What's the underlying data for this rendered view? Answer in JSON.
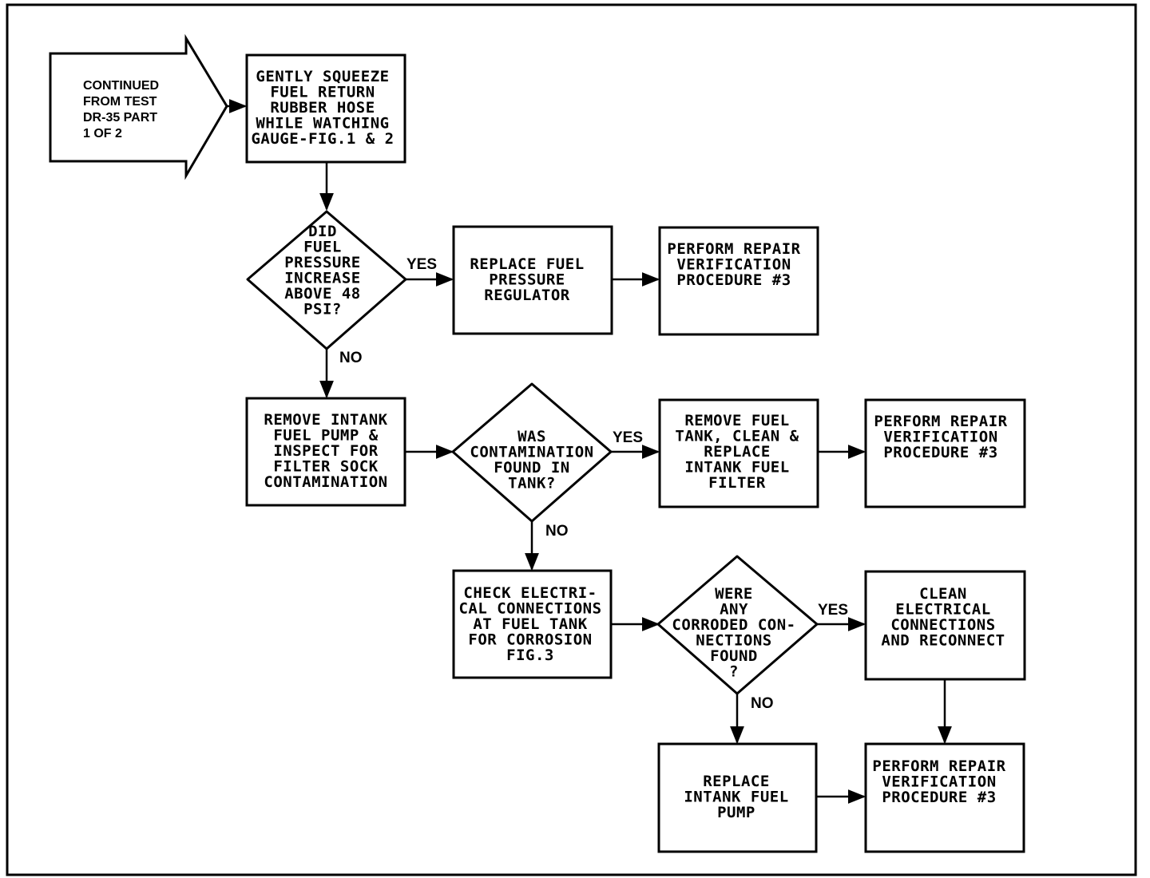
{
  "start": {
    "lines": [
      "CONTINUED",
      "FROM TEST",
      "DR-35 PART",
      "1 OF 2"
    ]
  },
  "nodes": {
    "squeeze": [
      "GENTLY SQUEEZE",
      "FUEL RETURN",
      "RUBBER HOSE",
      "WHILE WATCHING",
      "GAUGE-FIG.1 & 2"
    ],
    "d1": [
      "DID",
      "FUEL",
      "PRESSURE",
      "INCREASE",
      "ABOVE 48",
      "PSI?"
    ],
    "regulator": [
      "REPLACE FUEL",
      "PRESSURE",
      "REGULATOR"
    ],
    "verify1": [
      "PERFORM REPAIR",
      "VERIFICATION",
      "PROCEDURE #3"
    ],
    "remove_pump": [
      "REMOVE INTANK",
      "FUEL PUMP &",
      "INSPECT FOR",
      "FILTER SOCK",
      "CONTAMINATION"
    ],
    "d2": [
      "WAS",
      "CONTAMINATION",
      "FOUND IN",
      "TANK?"
    ],
    "remove_tank": [
      "REMOVE FUEL",
      "TANK, CLEAN &",
      "REPLACE",
      "INTANK FUEL",
      "FILTER"
    ],
    "verify2": [
      "PERFORM REPAIR",
      "VERIFICATION",
      "PROCEDURE #3"
    ],
    "check_elec": [
      "CHECK ELECTRI-",
      "CAL CONNECTIONS",
      "AT FUEL TANK",
      "FOR CORROSION",
      "FIG.3"
    ],
    "d3": [
      "WERE",
      "ANY",
      "CORRODED CON-",
      "NECTIONS",
      "FOUND",
      "?"
    ],
    "clean": [
      "CLEAN",
      "ELECTRICAL",
      "CONNECTIONS",
      "AND RECONNECT"
    ],
    "replace_pump": [
      "REPLACE",
      "INTANK FUEL",
      "PUMP"
    ],
    "verify3": [
      "PERFORM REPAIR",
      "VERIFICATION",
      "PROCEDURE #3"
    ]
  },
  "edge_labels": {
    "d1_yes": "YES",
    "d1_no": "NO",
    "d2_yes": "YES",
    "d2_no": "NO",
    "d3_yes": "YES",
    "d3_no": "NO"
  }
}
